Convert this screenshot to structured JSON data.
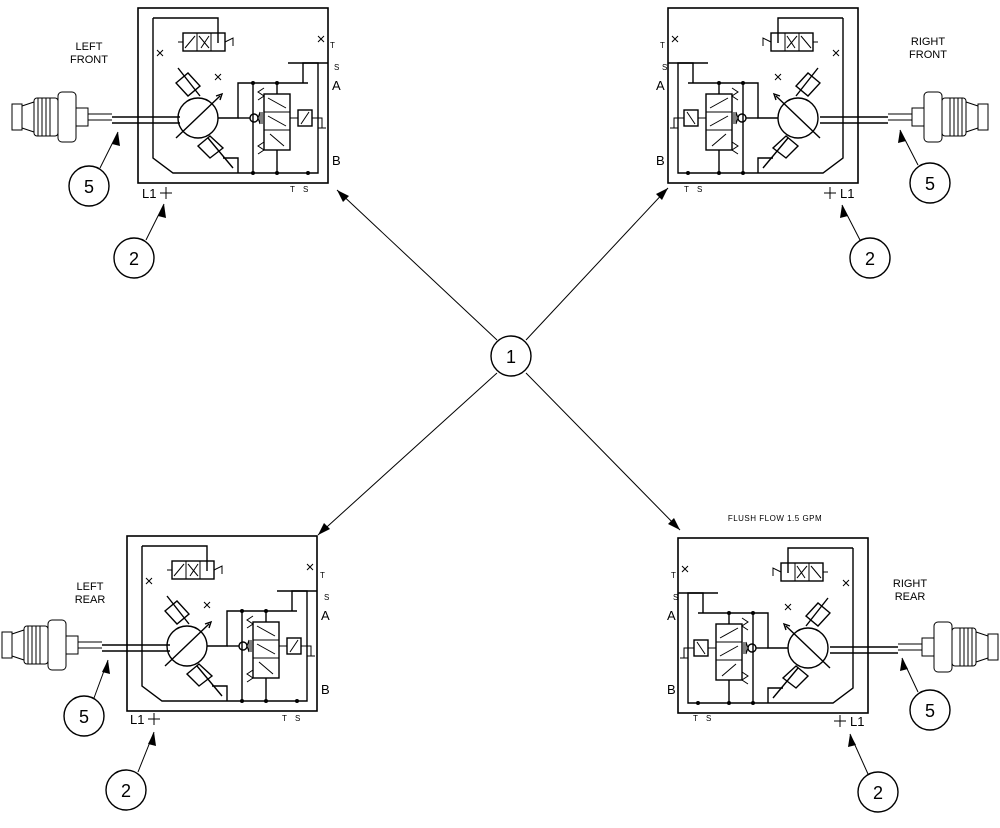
{
  "diagram": {
    "units": [
      {
        "id": "left-front",
        "label_lines": [
          "LEFT",
          "FRONT"
        ],
        "ports": {
          "a": "A",
          "b": "B",
          "t_top": "T",
          "s_top": "S",
          "t_bottom": "T",
          "s_bottom": "S",
          "l1": "L1"
        },
        "balloons": {
          "wheel": "5",
          "fitting": "2"
        }
      },
      {
        "id": "right-front",
        "label_lines": [
          "RIGHT",
          "FRONT"
        ],
        "ports": {
          "a": "A",
          "b": "B",
          "t_top": "T",
          "s_top": "S",
          "t_bottom": "T",
          "s_bottom": "S",
          "l1": "L1"
        },
        "balloons": {
          "wheel": "5",
          "fitting": "2"
        }
      },
      {
        "id": "left-rear",
        "label_lines": [
          "LEFT",
          "REAR"
        ],
        "ports": {
          "a": "A",
          "b": "B",
          "t_top": "T",
          "s_top": "S",
          "t_bottom": "T",
          "s_bottom": "S",
          "l1": "L1"
        },
        "balloons": {
          "wheel": "5",
          "fitting": "2"
        }
      },
      {
        "id": "right-rear",
        "label_lines": [
          "RIGHT",
          "REAR"
        ],
        "ports": {
          "a": "A",
          "b": "B",
          "t_top": "T",
          "s_top": "S",
          "t_bottom": "T",
          "s_bottom": "S",
          "l1": "L1"
        },
        "balloons": {
          "wheel": "5",
          "fitting": "2"
        }
      }
    ],
    "center_balloon": "1",
    "note": "FLUSH FLOW 1.5 GPM",
    "colors": {
      "line": "#000000",
      "background": "#ffffff"
    }
  }
}
